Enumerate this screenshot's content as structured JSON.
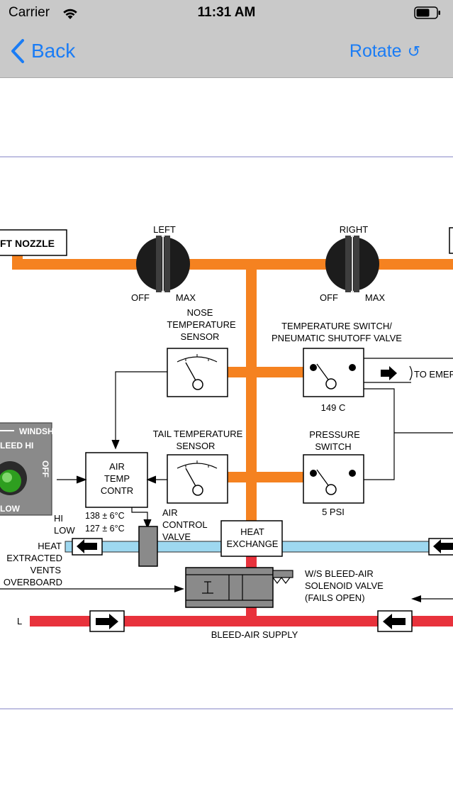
{
  "status_bar": {
    "carrier": "Carrier",
    "time": "11:31 AM",
    "wifi_icon": "wifi-icon",
    "battery_icon": "battery-icon"
  },
  "nav": {
    "back_label": "Back",
    "back_icon": "chevron-left-icon",
    "rotate_label": "Rotate",
    "rotate_icon": "rotate-icon",
    "accent_color": "#1a7cf5"
  },
  "diagram": {
    "colors": {
      "hot_duct": "#f58220",
      "bleed_air": "#e8323c",
      "cool_air": "#9ed8f0",
      "panel": "#8a8a8a"
    },
    "left_nozzle": "FT NOZZLE",
    "left_knob": {
      "top": "LEFT",
      "off": "OFF",
      "max": "MAX"
    },
    "right_knob": {
      "top": "RIGHT",
      "off": "OFF",
      "max": "MAX"
    },
    "nose_sensor": [
      "NOSE",
      "TEMPERATURE",
      "SENSOR"
    ],
    "temp_switch": [
      "TEMPERATURE SWITCH/",
      "PNEUMATIC SHUTOFF VALVE"
    ],
    "temp_switch_value": "149 C",
    "to_emer": "TO EMER",
    "tail_sensor": [
      "TAIL TEMPERATURE",
      "SENSOR"
    ],
    "pressure_switch": [
      "PRESSURE",
      "SWITCH"
    ],
    "pressure_value": "5 PSI",
    "air_temp_contr": [
      "AIR",
      "TEMP",
      "CONTR"
    ],
    "windshield_panel": {
      "title": "WINDSH",
      "bleed": "LEED HI",
      "off": "OFF",
      "low": "LOW"
    },
    "temp_range_hi": "138 ± 6°C",
    "temp_range_low": "127 ± 6°C",
    "hi_label": "HI",
    "low_label": "LOW",
    "air_control_valve": [
      "AIR",
      "CONTROL",
      "VALVE"
    ],
    "heat_exchange": [
      "HEAT",
      "EXCHANGE"
    ],
    "heat_extracted": [
      "HEAT",
      "EXTRACTED",
      "VENTS",
      "OVERBOARD"
    ],
    "solenoid": [
      "W/S BLEED-AIR",
      "SOLENOID VALVE",
      "(FAILS OPEN)"
    ],
    "l_label": "L",
    "bleed_supply": "BLEED-AIR SUPPLY"
  }
}
